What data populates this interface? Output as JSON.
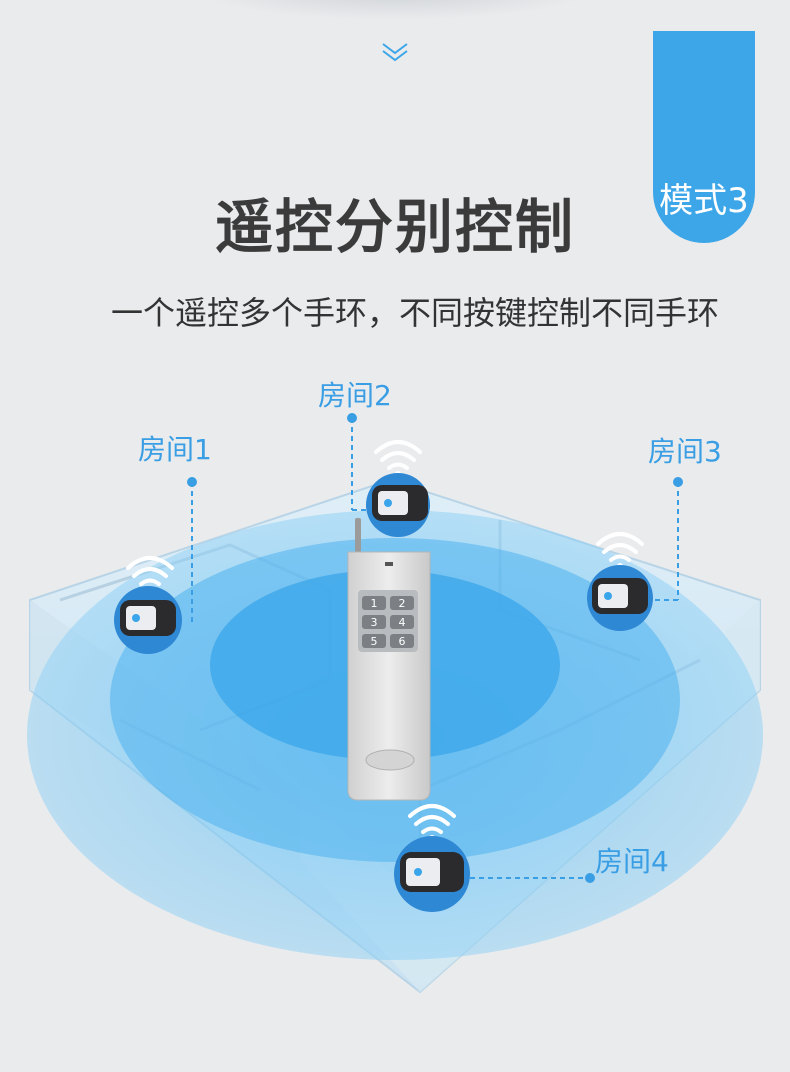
{
  "badge": {
    "text": "模式3"
  },
  "title": "遥控分别控制",
  "subtitle": "一个遥控多个手环，不同按键控制不同手环",
  "rooms": [
    {
      "label": "房间1"
    },
    {
      "label": "房间2"
    },
    {
      "label": "房间3"
    },
    {
      "label": "房间4"
    }
  ],
  "remote": {
    "buttons": [
      "1",
      "2",
      "3",
      "4",
      "5",
      "6"
    ]
  },
  "colors": {
    "accent": "#3da6e8",
    "label": "#3a9ee4",
    "title": "#3b3b3b",
    "background": "#e9ebed"
  },
  "icons": [
    "chevron-down-icon",
    "wifi-signal-icon",
    "wristband-icon",
    "remote-control-icon"
  ]
}
